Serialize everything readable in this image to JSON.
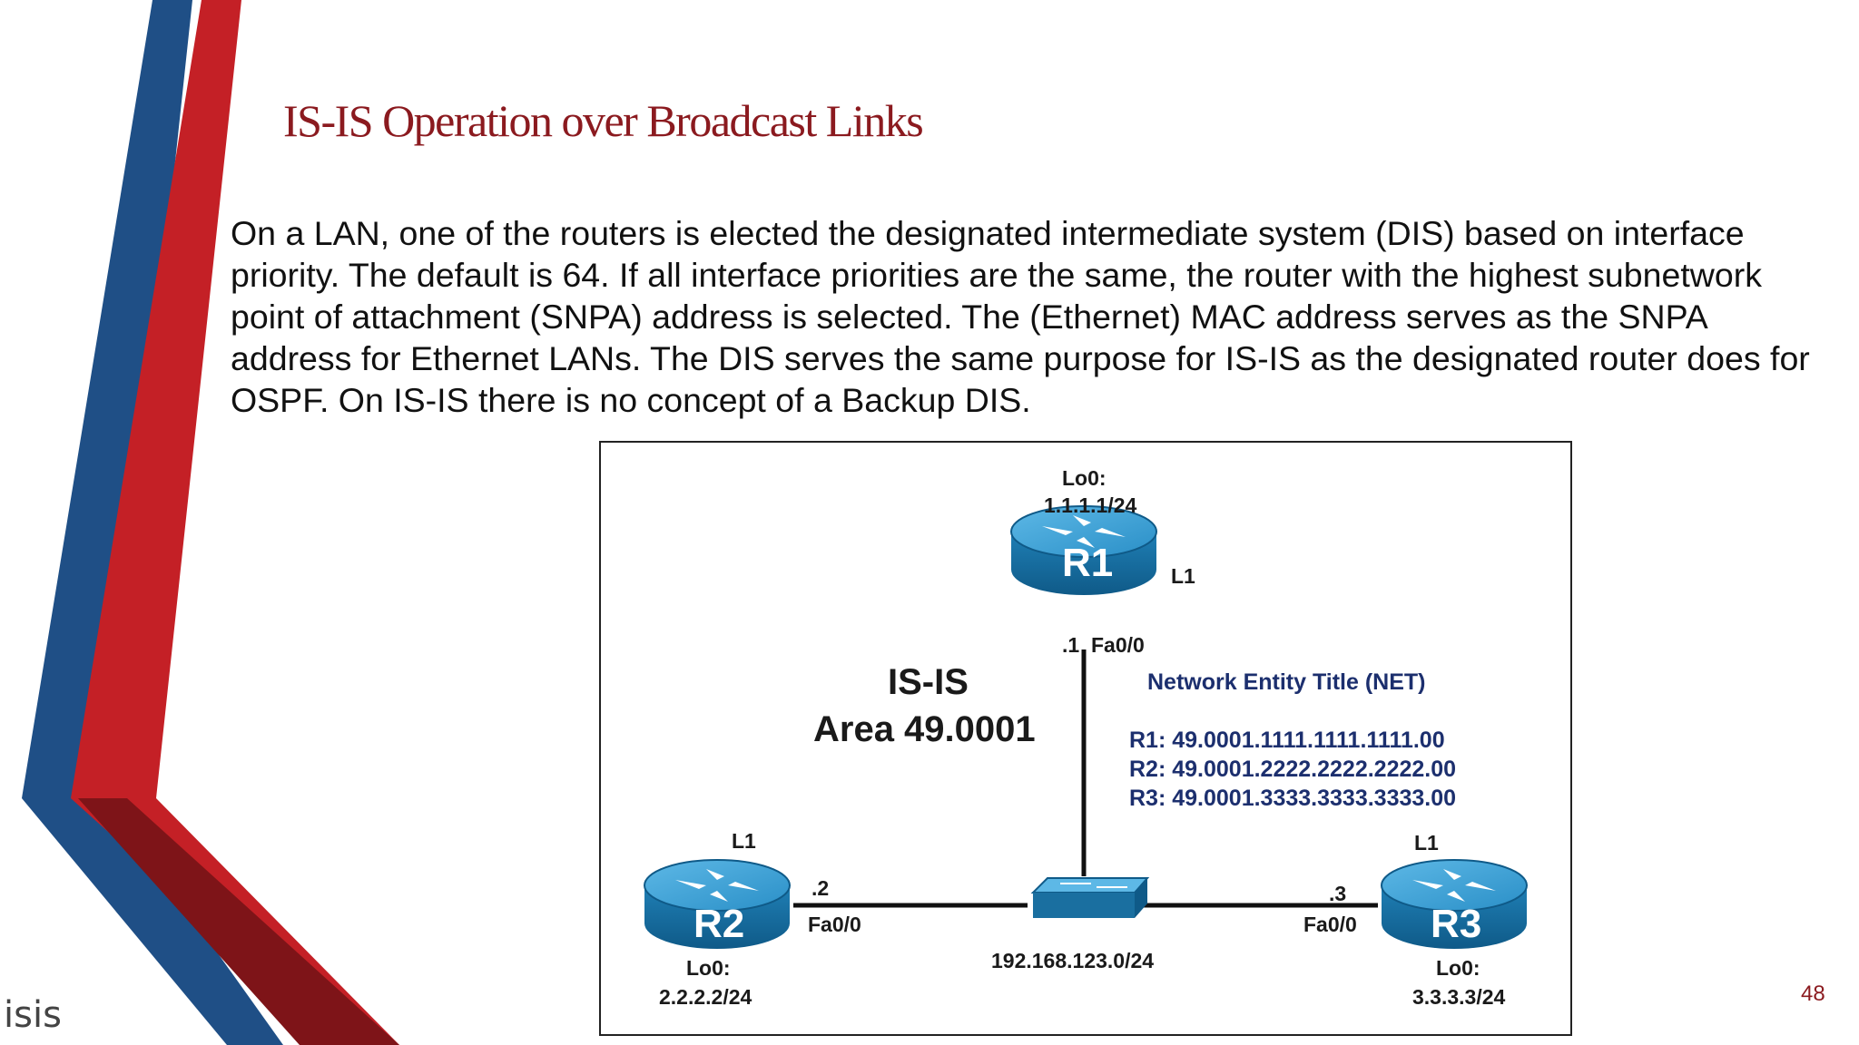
{
  "slide": {
    "title": "IS-IS Operation over Broadcast Links",
    "body": "On a LAN, one of the routers is elected the designated intermediate system (DIS) based on interface priority. The default is 64. If all interface priorities are the same, the router with the highest subnetwork point of attachment (SNPA) address is selected. The (Ethernet) MAC address serves as the SNPA address for Ethernet LANs. The DIS serves the same purpose for IS-IS as the designated router does for OSPF. On IS-IS there is no concept of a Backup DIS.",
    "page_number": "48",
    "footer_logo": "isis"
  },
  "diagram": {
    "area_title": "IS-IS",
    "area_label": "Area 49.0001",
    "net_heading": "Network Entity Title (NET)",
    "net_entries": [
      "R1: 49.0001.1111.1111.1111.00",
      "R2: 49.0001.2222.2222.2222.00",
      "R3: 49.0001.3333.3333.3333.00"
    ],
    "switch_subnet": "192.168.123.0/24",
    "routers": {
      "r1": {
        "name": "R1",
        "level": "L1",
        "lo_label": "Lo0:",
        "lo_addr": "1.1.1.1/24",
        "host": ".1",
        "iface": "Fa0/0"
      },
      "r2": {
        "name": "R2",
        "level": "L1",
        "lo_label": "Lo0:",
        "lo_addr": "2.2.2.2/24",
        "host": ".2",
        "iface": "Fa0/0"
      },
      "r3": {
        "name": "R3",
        "level": "L1",
        "lo_label": "Lo0:",
        "lo_addr": "3.3.3.3/24",
        "host": ".3",
        "iface": "Fa0/0"
      }
    },
    "colors": {
      "router_body": "#1a6fa0",
      "router_top": "#3fa3d6",
      "net_text": "#1c2f6e",
      "title": "#8b1a1f",
      "stripe_blue": "#1f4f86",
      "stripe_red": "#c42026",
      "stripe_dark_red": "#8b1a1f"
    }
  }
}
